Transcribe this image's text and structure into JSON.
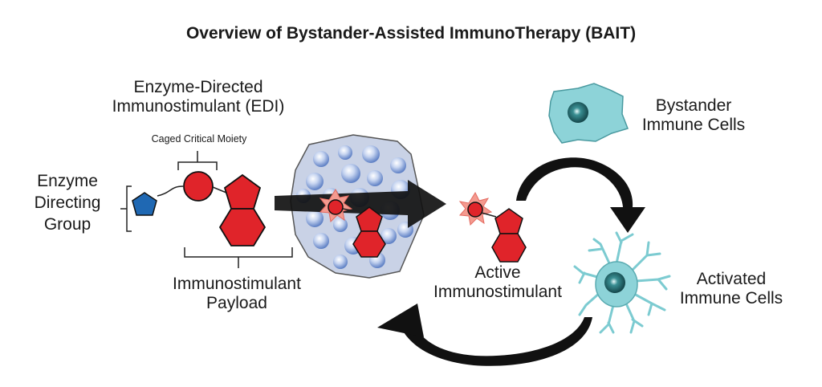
{
  "title": "Overview of Bystander-Assisted ImmunoTherapy (BAIT)",
  "labels": {
    "edi": [
      "Enzyme-Directed",
      "Immunostimulant (EDI)"
    ],
    "caged_moiety": "Caged Critical Moiety",
    "enzyme_directing_group": [
      "Enzyme",
      "Directing",
      "Group"
    ],
    "immunostimulant_payload": [
      "Immunostimulant",
      "Payload"
    ],
    "active_immunostimulant": [
      "Active",
      "Immunostimulant"
    ],
    "bystander_immune_cells": [
      "Bystander",
      "Immune Cells"
    ],
    "activated_immune_cells": [
      "Activated",
      "Immune Cells"
    ]
  },
  "colors": {
    "red_molecule": "#e0242a",
    "blue_group": "#1f68b3",
    "tumor_fill": "#c9d2e6",
    "cell_fill": "#8dd3d8",
    "arrow": "#111111"
  }
}
